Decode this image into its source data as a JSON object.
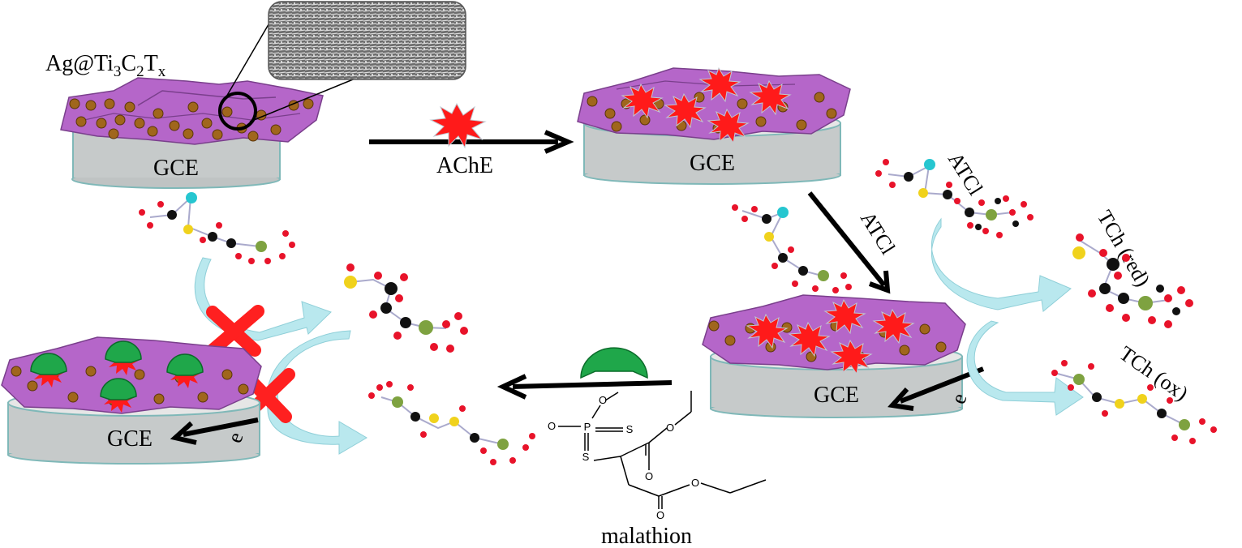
{
  "labels": {
    "composite": "Ag@Ti3C2Tx",
    "composite_parts": {
      "ag": "Ag@Ti",
      "sub3": "3",
      "c": "C",
      "sub2": "2",
      "t": "T",
      "subx": "x"
    },
    "electrode": "GCE",
    "enzyme_step": "AChE",
    "substrate_step": "ATCl",
    "substrate_molecule": "ATCl",
    "product_red": "TCh (red)",
    "product_ox": "TCh (ox)",
    "electron": "e",
    "inhibitor": "malathion"
  },
  "malathion_atoms": {
    "o": "O",
    "p": "P",
    "s": "S"
  },
  "colors": {
    "mxene_sheet": "#b566c9",
    "mxene_edge": "#7a3f8c",
    "ag_particle": "#a0661c",
    "electrode_top": "#e6e6e6",
    "electrode_side": "#bfc3c3",
    "electrode_edge": "#7fb8b8",
    "enzyme": "#ff1a1a",
    "inhibitor_cap": "#1fa74a",
    "flow_arrow": "#b9e8ee",
    "block_cross": "#ff2020",
    "atom_o": "#e8132a",
    "atom_c": "#111111",
    "atom_s": "#f0d21c",
    "atom_n": "#7ea240",
    "atom_o_double": "#26c6d0"
  },
  "icons": [
    "sem-inset-image",
    "magnifier-circle",
    "enzyme-star-icon",
    "inhibitor-cap-icon",
    "block-cross-icon",
    "reaction-arrow"
  ]
}
